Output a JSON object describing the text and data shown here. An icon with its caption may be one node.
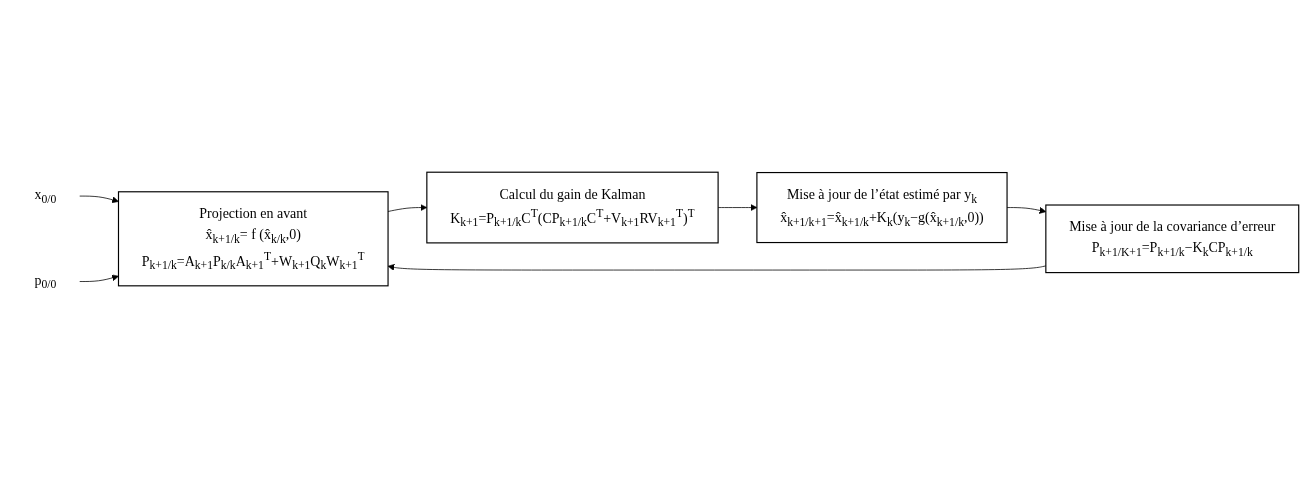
{
  "diagram": {
    "nodes": [
      {
        "text": [
          "x$_{0/0}$"
        ]
      },
      {
        "text": [
          "p$_{0/0}$"
        ]
      },
      {
        "text": [
          "Projection en avant",
          "x̂$_{k+1/k}$= f (x̂$_{k/k}$,0)",
          "P$_{k+1/k}$=A$_{k+1}$P$_{k/k}$A$_{k+1}$$^{T}$+W$_{k+1}$Q$_{k}$W$_{k+1}$$^{T}$"
        ]
      },
      {
        "text": [
          "Calcul du gain de Kalman",
          "K$_{k+1}$=P$_{k+1/k}$C$^{T}$(CP$_{k+1/k}$C$^{T}$+V$_{k+1}$RV$_{k+1}$$^{T}$)$^{T}$"
        ]
      },
      {
        "text": [
          "Mise à jour de l’état estimé par y$_{k}$",
          "x̂$_{k+1/k+1}$=x̂$_{k+1/k}$+K$_{k}$(y$_{k}$−g(x̂$_{k+1/k}$,0))"
        ]
      },
      {
        "text": [
          "Mise à jour de la covariance d’erreur",
          "P$_{k+1/K+1}$=P$_{k+1/k}$−K$_{k}$CP$_{k+1/k}$"
        ]
      }
    ],
    "edges": [
      {
        "from": 0,
        "to": 2,
        "arrow": "to"
      },
      {
        "from": 1,
        "to": 2,
        "arrow": "to"
      },
      {
        "from": 2,
        "to": 3,
        "arrow": "to"
      },
      {
        "from": 3,
        "to": 4,
        "arrow": "to"
      },
      {
        "from": 4,
        "to": 5,
        "arrow": "to"
      },
      {
        "from": 5,
        "to": 2,
        "arrow": "to"
      }
    ]
  }
}
